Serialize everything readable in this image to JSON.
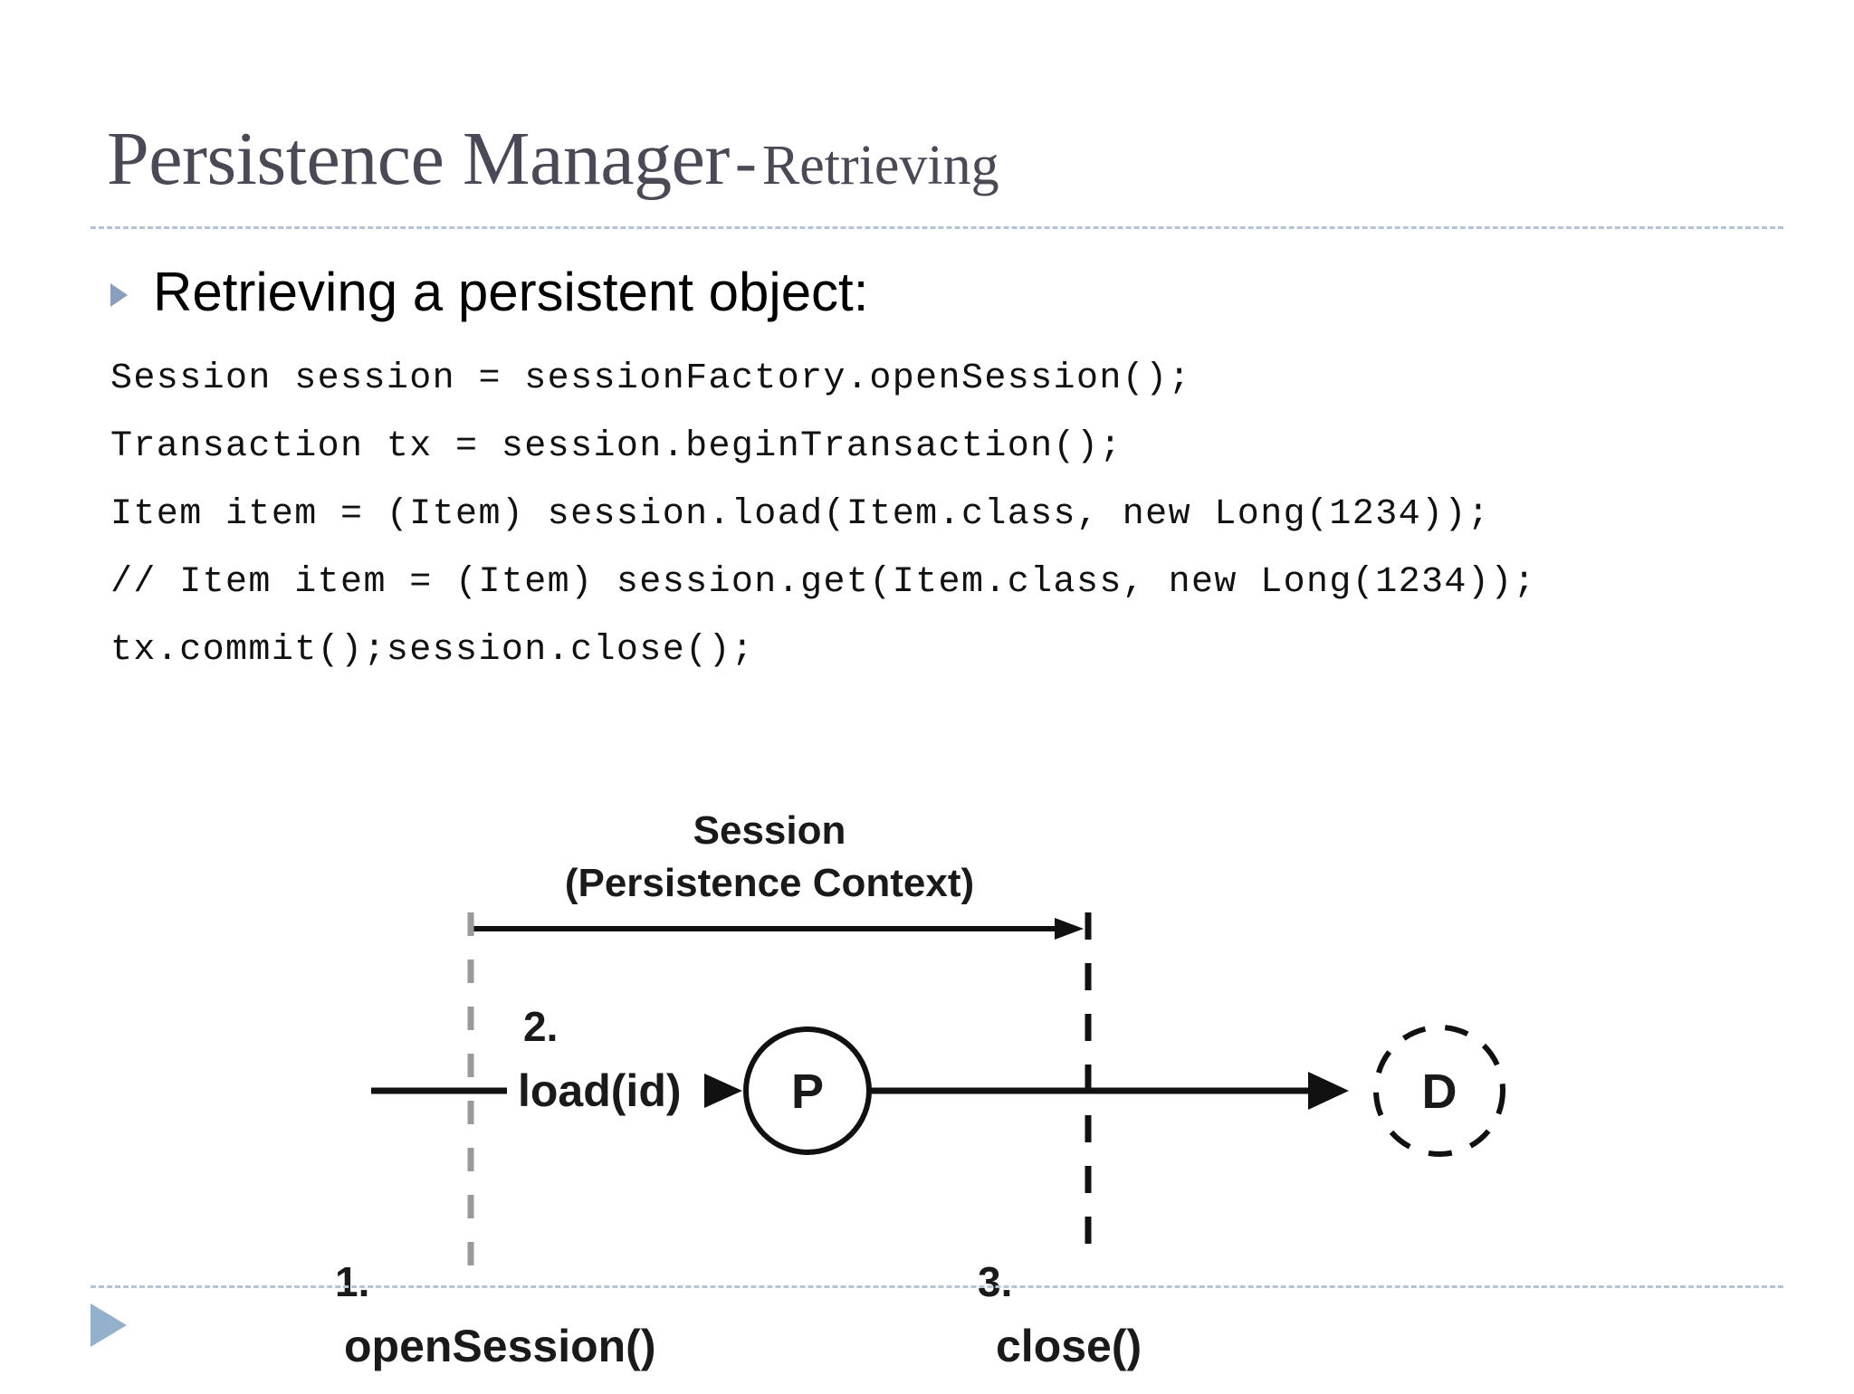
{
  "slide": {
    "title_main": "Persistence Manager",
    "title_separator": "-",
    "title_sub": "Retrieving",
    "bullet_heading": "Retrieving a persistent object:",
    "bullet_marker_icon": "triangle-right-icon",
    "accent_color": "#8a9ec0",
    "rule_color": "#b4c4d6",
    "title_color": "#4a4a57"
  },
  "code": {
    "lines": [
      "Session session = sessionFactory.openSession();",
      "Transaction tx = session.beginTransaction();",
      "Item item = (Item) session.load(Item.class, new Long(1234));",
      "// Item item = (Item) session.get(Item.class, new Long(1234));",
      "tx.commit();session.close();"
    ]
  },
  "diagram": {
    "title_line_1": "Session",
    "title_line_2": "(Persistence Context)",
    "step_2_number": "2.",
    "step_2_label": "load(id)",
    "node_persistent": "P",
    "node_detached": "D",
    "step_1_number": "1.",
    "step_1_label": "openSession()",
    "step_3_number": "3.",
    "step_3_label": "close()"
  },
  "footer": {
    "nav_icon": "triangle-right-icon"
  }
}
